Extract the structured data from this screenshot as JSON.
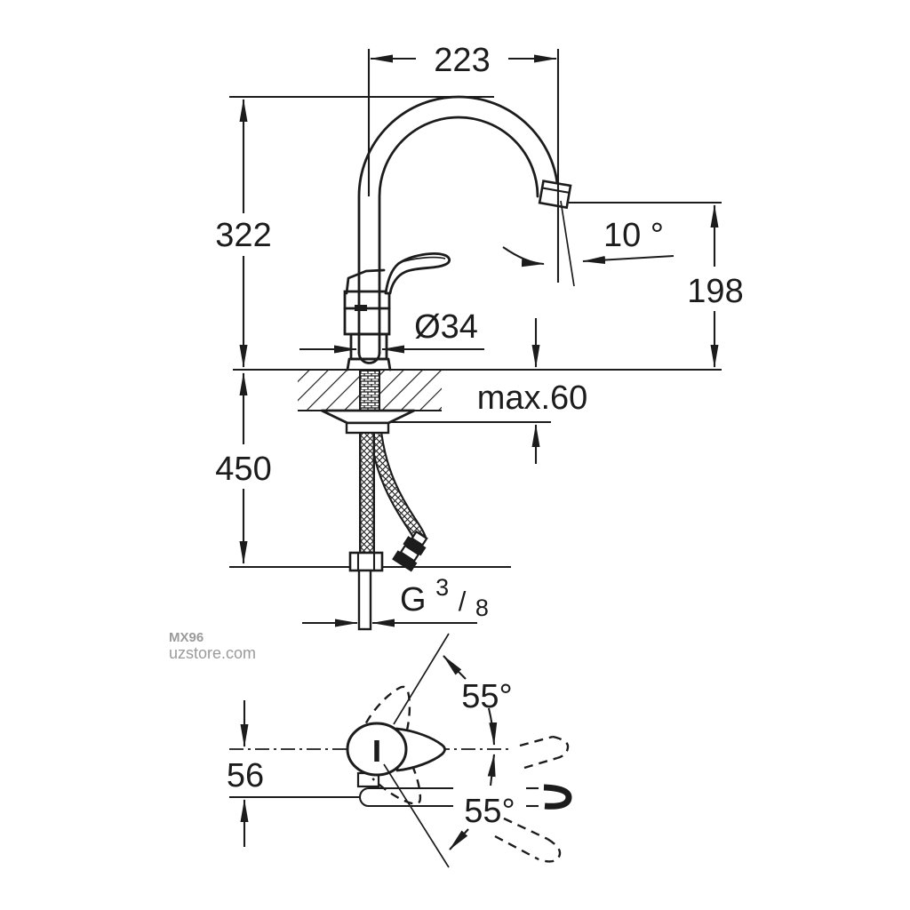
{
  "colors": {
    "line": "#1c1c1c",
    "background": "#ffffff",
    "watermark": "#9b9b9b"
  },
  "watermark": {
    "line1": "MX96",
    "line2": "uzstore.com"
  },
  "side_view": {
    "spout_reach": "223",
    "total_height": "322",
    "spout_tilt_angle": "10 °",
    "outlet_height": "198",
    "body_diameter": "Ø34",
    "max_deck_thickness": "max.60",
    "hose_length": "450",
    "thread": {
      "letter": "G",
      "sup": "3",
      "slash": "/",
      "sub": "8"
    }
  },
  "plan_view": {
    "handle_swing_angle": "55°",
    "handle_offset": "56",
    "spout_swivel_angle": "55°"
  }
}
